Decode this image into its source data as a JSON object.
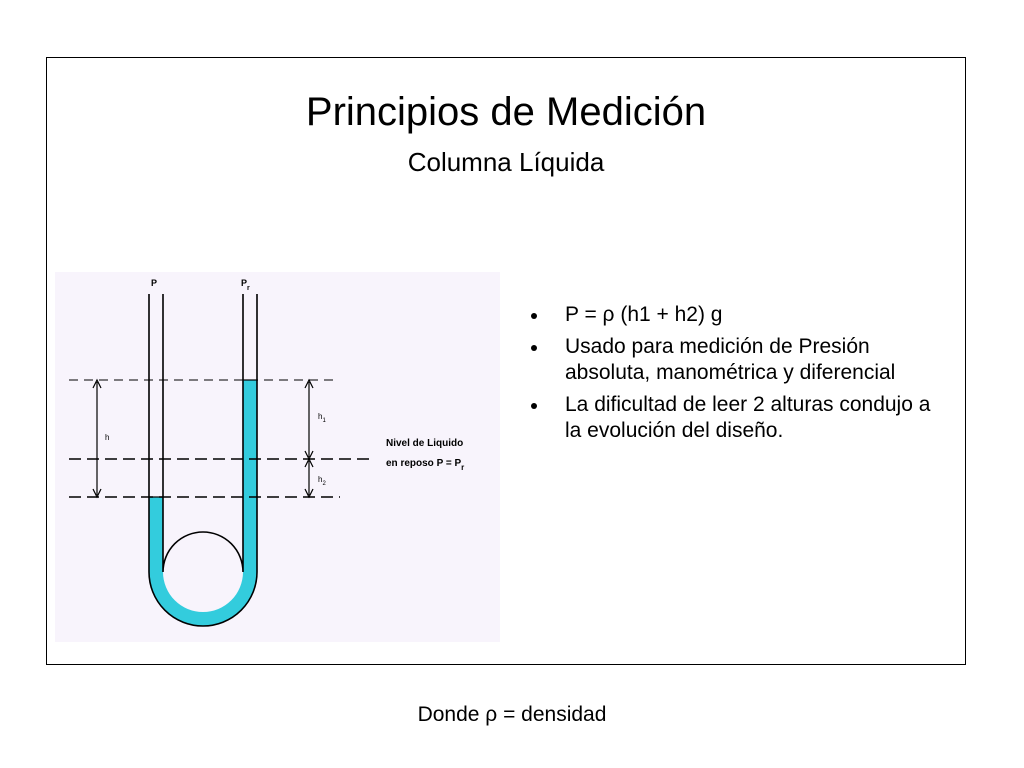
{
  "slide": {
    "title": "Principios de Medición",
    "subtitle": "Columna Líquida"
  },
  "diagram": {
    "labels": {
      "p": "P",
      "pr_base": "P",
      "pr_sub": "r",
      "h": "h",
      "h1_base": "h",
      "h1_sub": "1",
      "h2_base": "h",
      "h2_sub": "2",
      "nivel_line1": "Nivel de Liquido",
      "nivel_line2": "en reposo P = P",
      "nivel_sub": "r"
    },
    "colors": {
      "background": "#f8f4fc",
      "liquid": "#33ccdd"
    }
  },
  "bullets": [
    "P = ρ (h1 + h2) g",
    "Usado para medición de Presión absoluta, manométrica y diferencial",
    "La dificultad de leer 2 alturas condujo a la evolución del diseño."
  ],
  "footer_note": "Donde ρ = densidad"
}
